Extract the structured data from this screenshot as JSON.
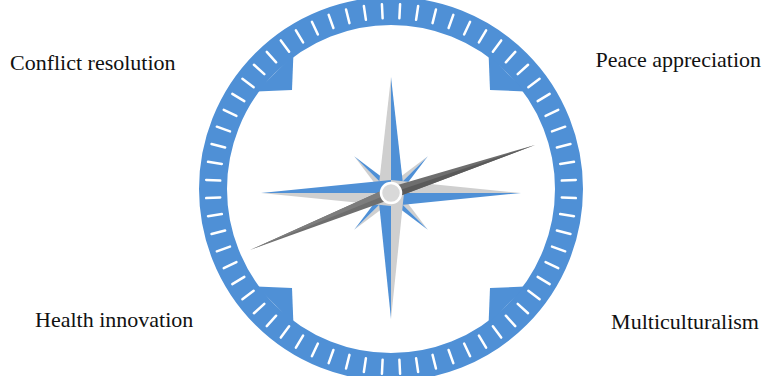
{
  "diagram": {
    "labels": [
      "Conflict resolution",
      "Peace appreciation",
      "Health innovation",
      "Multiculturalism"
    ]
  }
}
